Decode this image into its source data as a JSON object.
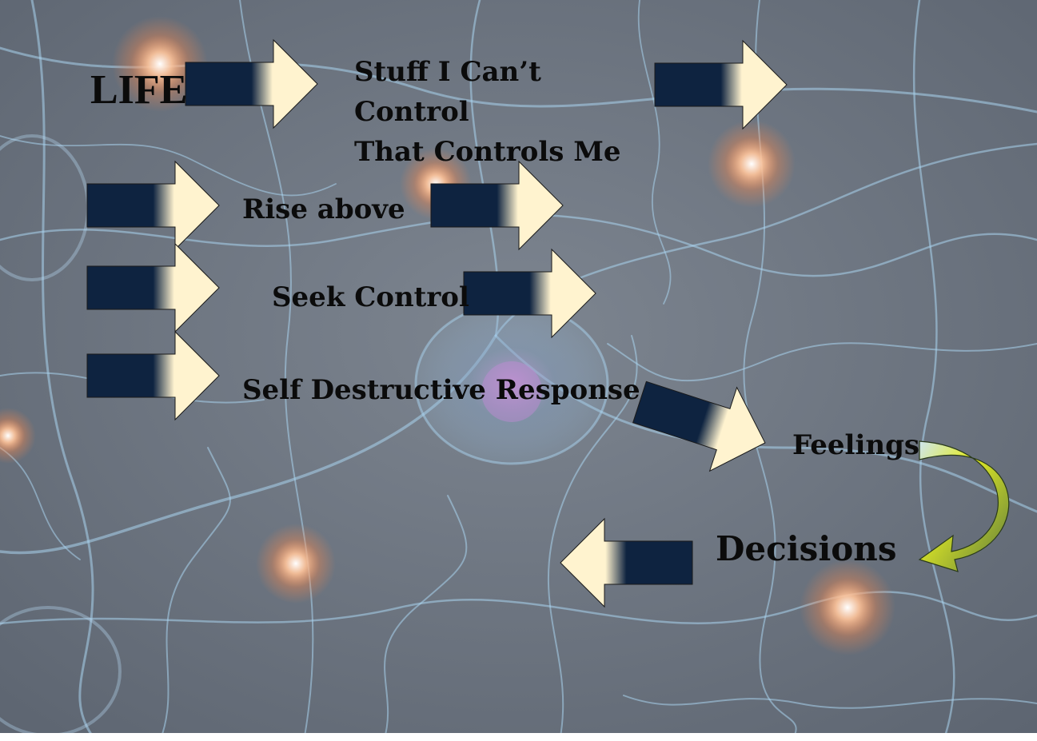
{
  "diagram": {
    "title": "LIFE",
    "stuff_lines": [
      "Stuff I Can’t",
      "Control",
      "That Controls Me"
    ],
    "rise_above": "Rise above",
    "seek_control": "Seek Control",
    "self_destructive": "Self Destructive Response",
    "feelings": "Feelings",
    "decisions": "Decisions"
  },
  "colors": {
    "arrow_dark": "#0e2340",
    "arrow_light": "#fff3cf",
    "curve_yellow": "#e3ec25",
    "curve_green": "#5d7a3c",
    "background": "#6f7782",
    "fiber": "#a9d3ef",
    "glow": "#ff8a4a"
  },
  "icons": {
    "arrow": "block-right-arrow",
    "curved_arrow": "curved-down-left-arrow"
  }
}
